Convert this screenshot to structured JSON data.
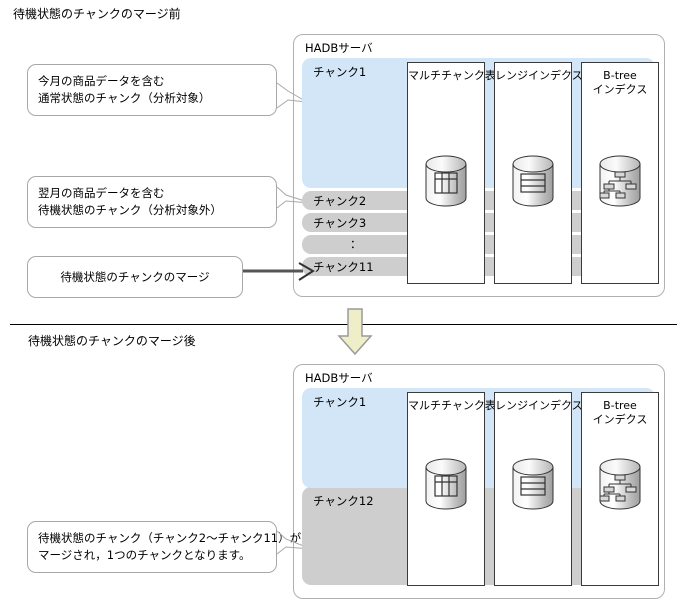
{
  "sections": {
    "before": {
      "title": "待機状態のチャンクのマージ前"
    },
    "after": {
      "title": "待機状態のチャンクのマージ後"
    }
  },
  "callouts": {
    "normal_chunk": {
      "line1": "今月の商品データを含む",
      "line2": "通常状態のチャンク（分析対象）"
    },
    "waiting_chunk": {
      "line1": "翌月の商品データを含む",
      "line2": "待機状態のチャンク（分析対象外）"
    },
    "merge_action": {
      "line1": "待機状態のチャンクのマージ"
    },
    "merged_result": {
      "line1": "待機状態のチャンク（チャンク2～チャンク11）が",
      "line2": "マージされ，1つのチャンクとなります。"
    }
  },
  "server_before": {
    "label": "HADBサーバ",
    "chunks": [
      {
        "name": "チャンク1",
        "state": "normal"
      },
      {
        "name": "チャンク2",
        "state": "waiting"
      },
      {
        "name": "チャンク3",
        "state": "waiting"
      },
      {
        "name": "：",
        "state": "waiting"
      },
      {
        "name": "チャンク11",
        "state": "waiting"
      }
    ],
    "indexes": [
      {
        "title_line1": "マルチチャンク表",
        "title_line2": "",
        "icon": "table-cylinder-icon"
      },
      {
        "title_line1": "レンジインデクス",
        "title_line2": "",
        "icon": "range-cylinder-icon"
      },
      {
        "title_line1": "B-tree",
        "title_line2": "インデクス",
        "icon": "btree-cylinder-icon"
      }
    ]
  },
  "server_after": {
    "label": "HADBサーバ",
    "chunks": [
      {
        "name": "チャンク1",
        "state": "normal"
      },
      {
        "name": "チャンク12",
        "state": "waiting"
      }
    ],
    "indexes": [
      {
        "title_line1": "マルチチャンク表",
        "title_line2": "",
        "icon": "table-cylinder-icon"
      },
      {
        "title_line1": "レンジインデクス",
        "title_line2": "",
        "icon": "range-cylinder-icon"
      },
      {
        "title_line1": "B-tree",
        "title_line2": "インデクス",
        "icon": "btree-cylinder-icon"
      }
    ]
  },
  "colors": {
    "chunk_normal": "#d3e6f7",
    "chunk_waiting": "#cecece",
    "arrow_fill": "#eeeec8",
    "arrow_border": "#9a9a9a",
    "box_border": "#b0b0b0",
    "column_border": "#3a3a3a"
  }
}
